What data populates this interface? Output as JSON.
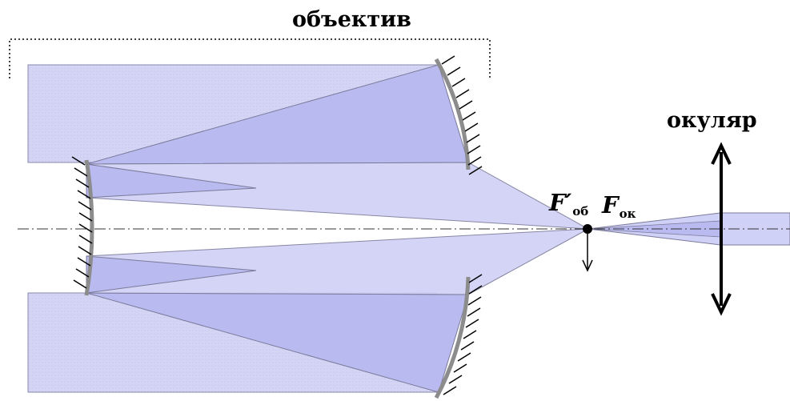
{
  "labels": {
    "objective": "объектив",
    "eyepiece": "окуляр",
    "focus_objective": {
      "letter": "F′",
      "sub": "об"
    },
    "focus_eyepiece": {
      "letter": "F",
      "sub": "ок"
    }
  },
  "colors": {
    "beam_fill": "#cfd0f5",
    "beam_fill_dark": "#b9b9ee",
    "beam_edge": "#7a7a9a",
    "mirror": "#8c8c8c",
    "hatch": "#000000",
    "axis": "#333333"
  }
}
